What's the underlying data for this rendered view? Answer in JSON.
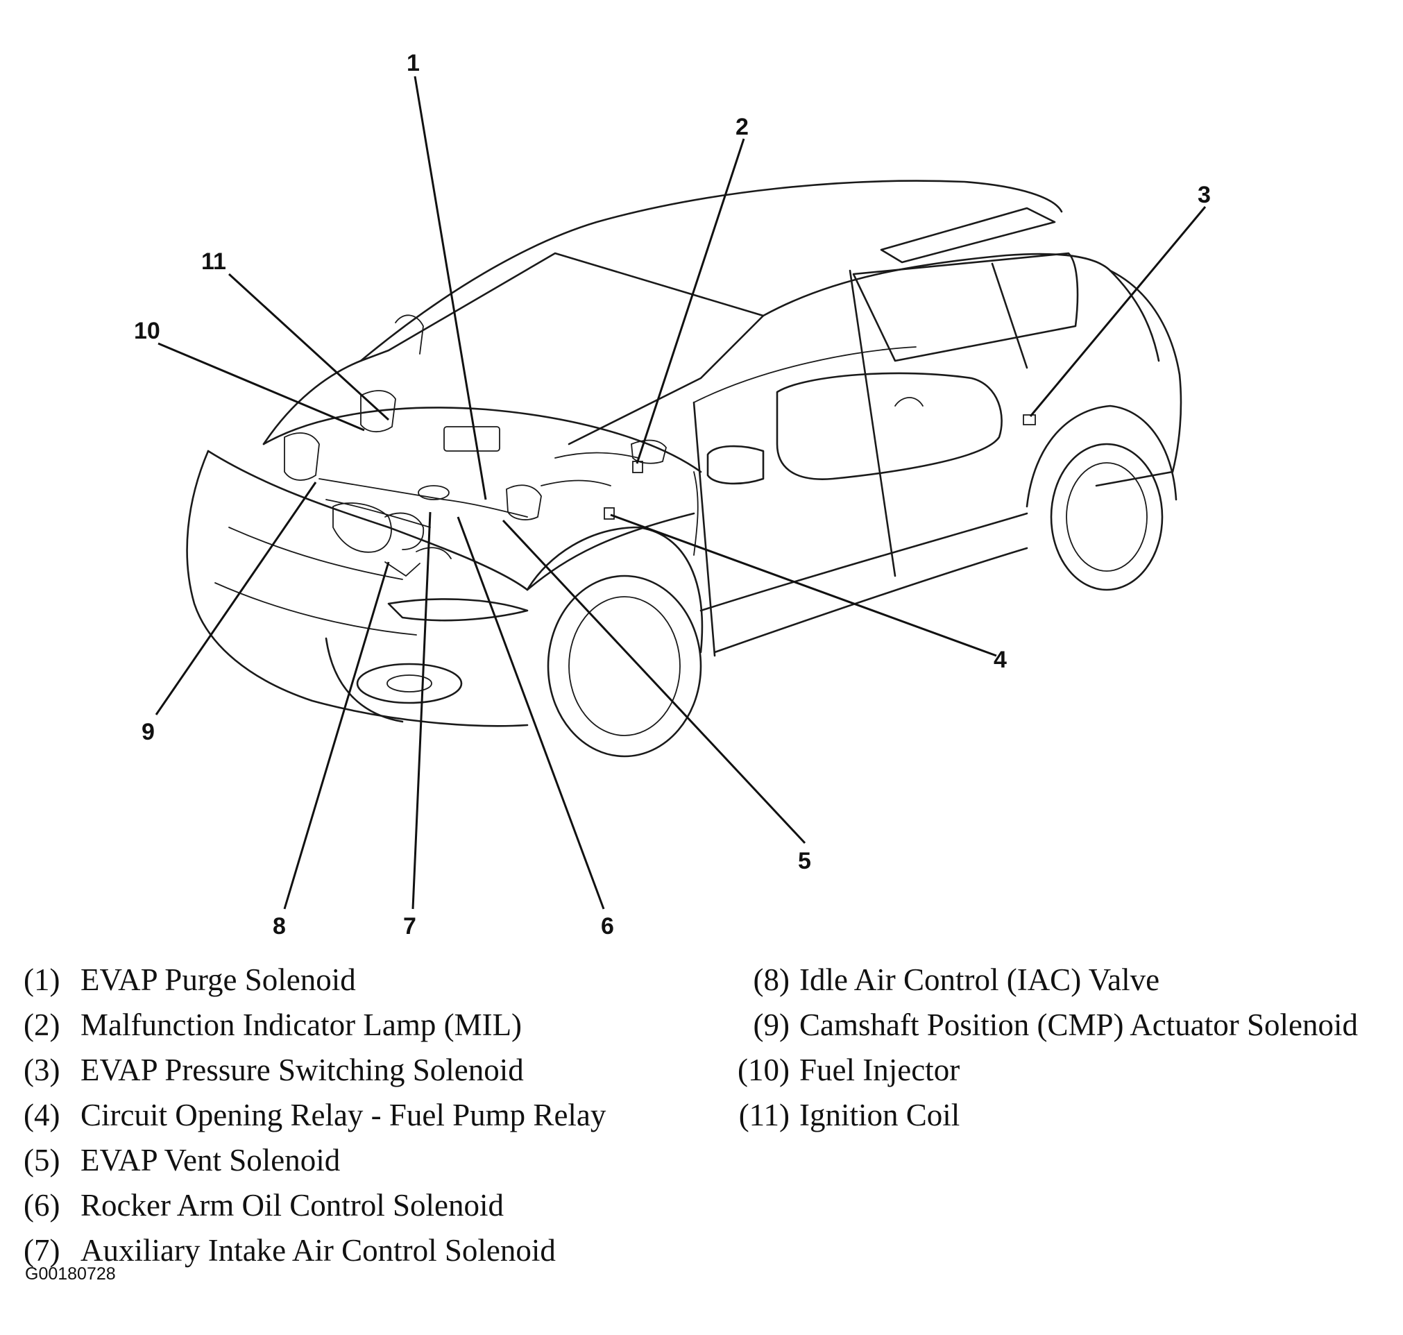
{
  "diagram": {
    "callouts": [
      {
        "num": "1"
      },
      {
        "num": "2"
      },
      {
        "num": "3"
      },
      {
        "num": "4"
      },
      {
        "num": "5"
      },
      {
        "num": "6"
      },
      {
        "num": "7"
      },
      {
        "num": "8"
      },
      {
        "num": "9"
      },
      {
        "num": "10"
      },
      {
        "num": "11"
      }
    ]
  },
  "legend": {
    "left": [
      {
        "num": "(1)",
        "text": "EVAP Purge Solenoid"
      },
      {
        "num": "(2)",
        "text": "Malfunction Indicator Lamp (MIL)"
      },
      {
        "num": "(3)",
        "text": "EVAP Pressure Switching Solenoid"
      },
      {
        "num": "(4)",
        "text": "Circuit Opening Relay - Fuel Pump Relay"
      },
      {
        "num": "(5)",
        "text": "EVAP Vent Solenoid"
      },
      {
        "num": "(6)",
        "text": "Rocker Arm Oil Control Solenoid"
      },
      {
        "num": "(7)",
        "text": "Auxiliary Intake Air Control Solenoid"
      }
    ],
    "right": [
      {
        "num": "(8)",
        "text": "Idle Air Control (IAC) Valve"
      },
      {
        "num": "(9)",
        "text": "Camshaft Position (CMP) Actuator Solenoid"
      },
      {
        "num": "(10)",
        "text": "Fuel Injector"
      },
      {
        "num": "(11)",
        "text": "Ignition Coil"
      }
    ]
  },
  "figure_code": "G00180728"
}
